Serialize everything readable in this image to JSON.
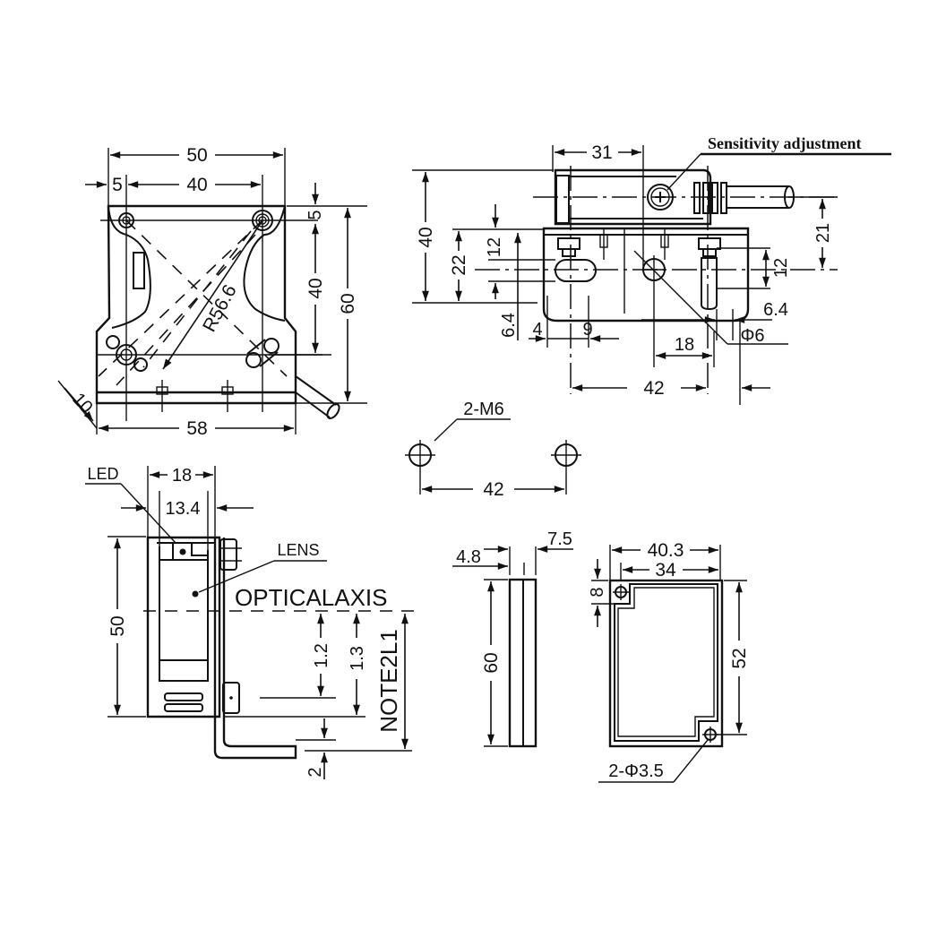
{
  "drawing": {
    "type": "photoelectric sensor dimension drawing",
    "units": "mm",
    "line_color": "#111111",
    "background": "#ffffff"
  },
  "front_view": {
    "dims": {
      "overall_width": "50",
      "hole_pitch_x": "40",
      "left_offset": "5",
      "top_offset": "5",
      "hole_pitch_y": "40",
      "overall_height": "60",
      "base_width": "58",
      "radius": "R56.6",
      "angle_offset": "10"
    }
  },
  "side_view": {
    "callout_sensitivity": "Sensitivity adjustment",
    "dims": {
      "body_depth": "31",
      "overall_height": "40",
      "bracket_height": "22",
      "slot_height_left": "12",
      "slot_height_right": "12",
      "cable_offset": "21",
      "left_edge": "4",
      "slot_offset": "9",
      "slot_drop": "6.4",
      "right_edge": "6.4",
      "hole_offset": "18",
      "hole_diameter": "Φ6",
      "hole_pitch": "42"
    }
  },
  "mounting_holes": {
    "label": "2-M6",
    "pitch": "42"
  },
  "end_view": {
    "labels": {
      "led": "LED",
      "lens": "LENS",
      "optical_axis": "OPTICALAXIS",
      "note": "NOTE2L1"
    },
    "dims": {
      "outer_width": "18",
      "inner_width": "13.4",
      "height": "50",
      "axis_to_nut": "1.2",
      "axis_to_base": "1.3",
      "bracket_thickness": "2"
    }
  },
  "reflector_side": {
    "dims": {
      "thickness_a": "4.8",
      "thickness_b": "7.5",
      "height": "60"
    }
  },
  "reflector_front": {
    "dims": {
      "outer_width": "40.3",
      "inner_width": "34",
      "corner": "8",
      "height": "52",
      "holes": "2-Φ3.5"
    }
  }
}
